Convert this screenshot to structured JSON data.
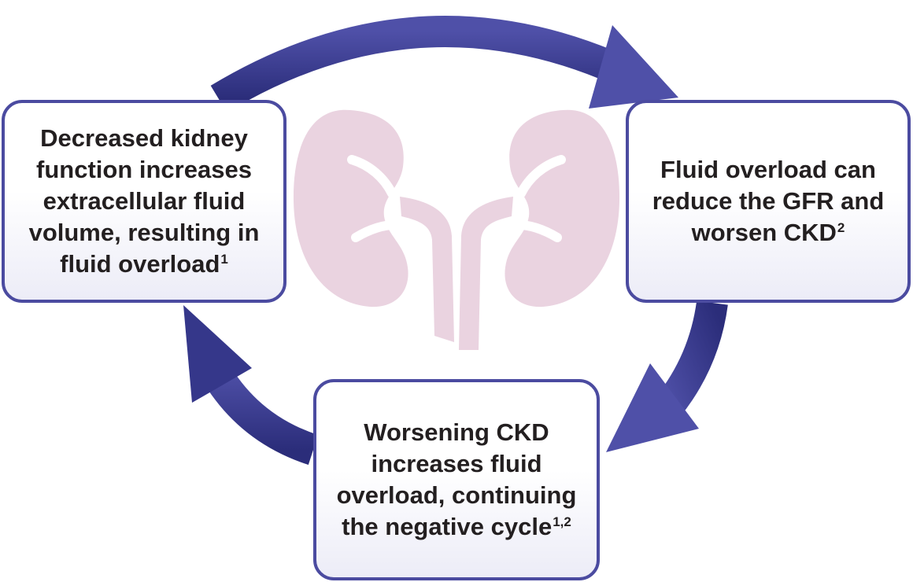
{
  "diagram": {
    "colors": {
      "arrow_light": "#4f50a8",
      "arrow_dark": "#2b2d7a",
      "box_border": "#4b4ba0",
      "kidney": "#ead3e0",
      "text": "#231f20"
    },
    "center_icon": "kidneys-icon",
    "boxes": {
      "left": {
        "text": "Decreased kidney function increases extracellular fluid volume, resulting in fluid overload",
        "ref": "1"
      },
      "right": {
        "text": "Fluid overload can reduce the GFR and worsen CKD",
        "ref": "2"
      },
      "bottom": {
        "text": "Worsening CKD increases fluid overload, continuing the negative cycle",
        "ref": "1,2"
      }
    }
  }
}
